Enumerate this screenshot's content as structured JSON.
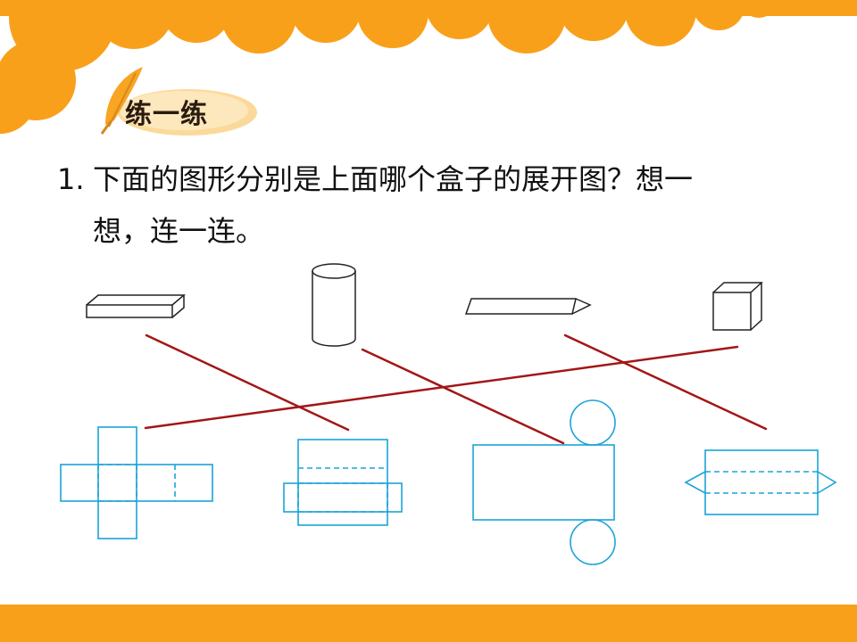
{
  "header": {
    "badge_label": "练一练",
    "decor_color": "#f9a01b",
    "feather_icon": "feather-icon"
  },
  "question": {
    "number": "1.",
    "line1": "下面的图形分别是上面哪个盒子的展开图？想一",
    "line2": "想，连一连。"
  },
  "colors": {
    "solid_stroke": "#222222",
    "net_stroke": "#1ba3d8",
    "connector_stroke": "#a31616",
    "accent": "#f9a01b"
  },
  "solids": [
    {
      "name": "flat-cuboid"
    },
    {
      "name": "cylinder"
    },
    {
      "name": "triangular-prism"
    },
    {
      "name": "cube"
    }
  ],
  "nets": [
    {
      "name": "cube-net"
    },
    {
      "name": "cuboid-net"
    },
    {
      "name": "cylinder-net"
    },
    {
      "name": "triangular-prism-net"
    }
  ],
  "connections": [
    {
      "from": "flat-cuboid",
      "to": "cuboid-net"
    },
    {
      "from": "cylinder",
      "to": "cylinder-net"
    },
    {
      "from": "triangular-prism",
      "to": "triangular-prism-net"
    },
    {
      "from": "cube",
      "to": "cube-net"
    }
  ]
}
